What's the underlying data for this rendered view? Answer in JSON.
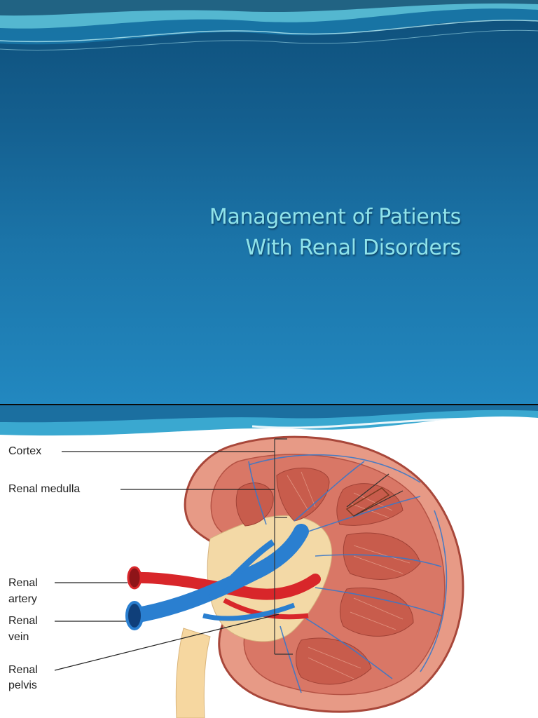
{
  "slide1": {
    "title_line1": "Management of Patients",
    "title_line2": "With Renal Disorders"
  },
  "slide2": {
    "labels": {
      "cortex": "Cortex",
      "medulla": "Renal medulla",
      "artery_1": "Renal",
      "artery_2": "artery",
      "vein_1": "Renal",
      "vein_2": "vein",
      "pelvis_1": "Renal",
      "pelvis_2": "pelvis"
    }
  },
  "colors": {
    "title": "#8fe3ea",
    "background_top": "#0e4f7a",
    "background_bottom": "#2288c0",
    "artery": "#d8262a",
    "vein": "#2a7fd0",
    "cortex": "#c9604e",
    "ureter": "#f6d7a0"
  }
}
